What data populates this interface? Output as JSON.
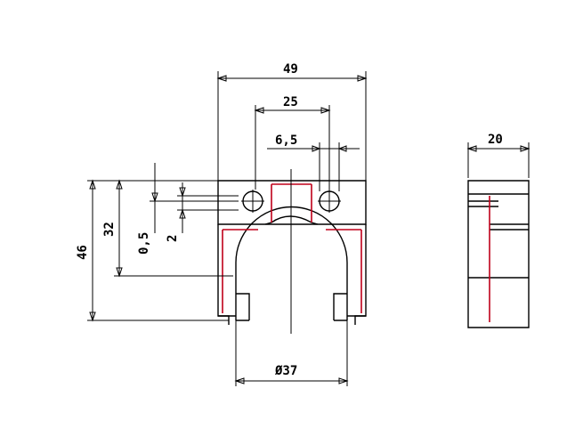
{
  "diagram": {
    "line_color": "#000000",
    "accent_color": "#c0001a",
    "background": "#ffffff",
    "dimensions": {
      "overall_width": "49",
      "hole_spacing": "25",
      "hole_diameter": "6,5",
      "side_depth": "20",
      "overall_height": "46",
      "center_height": "32",
      "offset_small": "0,5",
      "offset_two": "2",
      "bore_diameter": "Ø37"
    }
  }
}
